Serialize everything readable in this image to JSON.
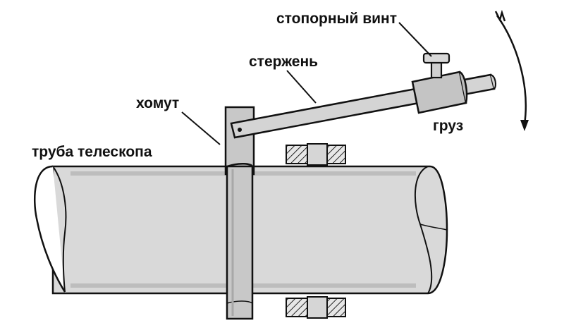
{
  "labels": {
    "locking_screw": "стопорный винт",
    "rod": "стержень",
    "clamp": "хомут",
    "weight": "груз",
    "telescope_tube": "труба телескопа"
  },
  "colors": {
    "tube_fill": "#d9d9d9",
    "clamp_fill": "#c8c8c8",
    "outline": "#111111",
    "background": "#ffffff"
  }
}
